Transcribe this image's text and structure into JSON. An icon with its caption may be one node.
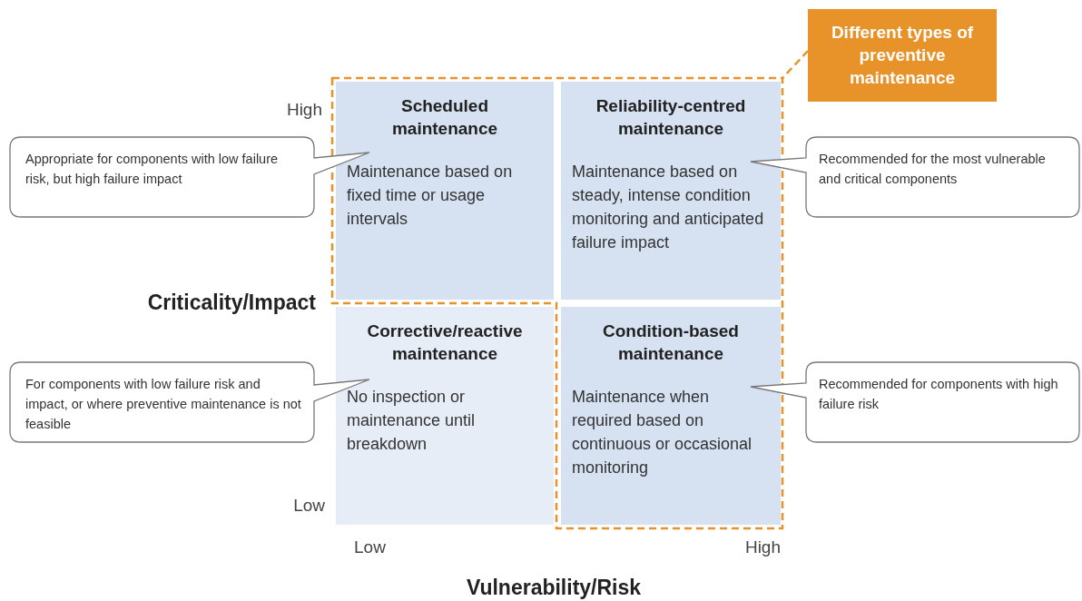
{
  "diagram": {
    "nodes": [
      {
        "text": [],
        "shape": "box"
      },
      {
        "text": [
          "Scheduled maintenance",
          "Maintenance based on fixed time or usage intervals"
        ],
        "in": 0
      },
      {
        "text": [
          "Reliability-centred maintenance",
          "Maintenance based on steady, intense condition monitoring and anticipated failure impact"
        ],
        "in": 0
      },
      {
        "text": [
          "Corrective/reactive maintenance",
          "No inspection or maintenance until breakdown"
        ]
      },
      {
        "text": [
          "Condition-based maintenance",
          "Maintenance when required based on continuous or occasional monitoring"
        ],
        "in": 0
      },
      {
        "text": [
          "Appropriate for components with low failure risk, but high failure impact"
        ]
      },
      {
        "text": [
          "Recommended for the most vulnerable and critical components"
        ]
      },
      {
        "text": [
          "For components with low failure risk and impact, or where preventive maintenance is not feasible"
        ]
      },
      {
        "text": [
          "Recommended for components with high failure risk"
        ]
      },
      {
        "text": [
          "Different types of preventive maintenance"
        ]
      }
    ],
    "edges": [
      {
        "from": 9,
        "to": 0,
        "arrow": "none",
        "style": "dashed",
        "color": "#e8922a"
      }
    ],
    "labels": [
      "High",
      "Criticality/Impact",
      "Low",
      "Low",
      "High",
      "Vulnerability/Risk"
    ]
  }
}
